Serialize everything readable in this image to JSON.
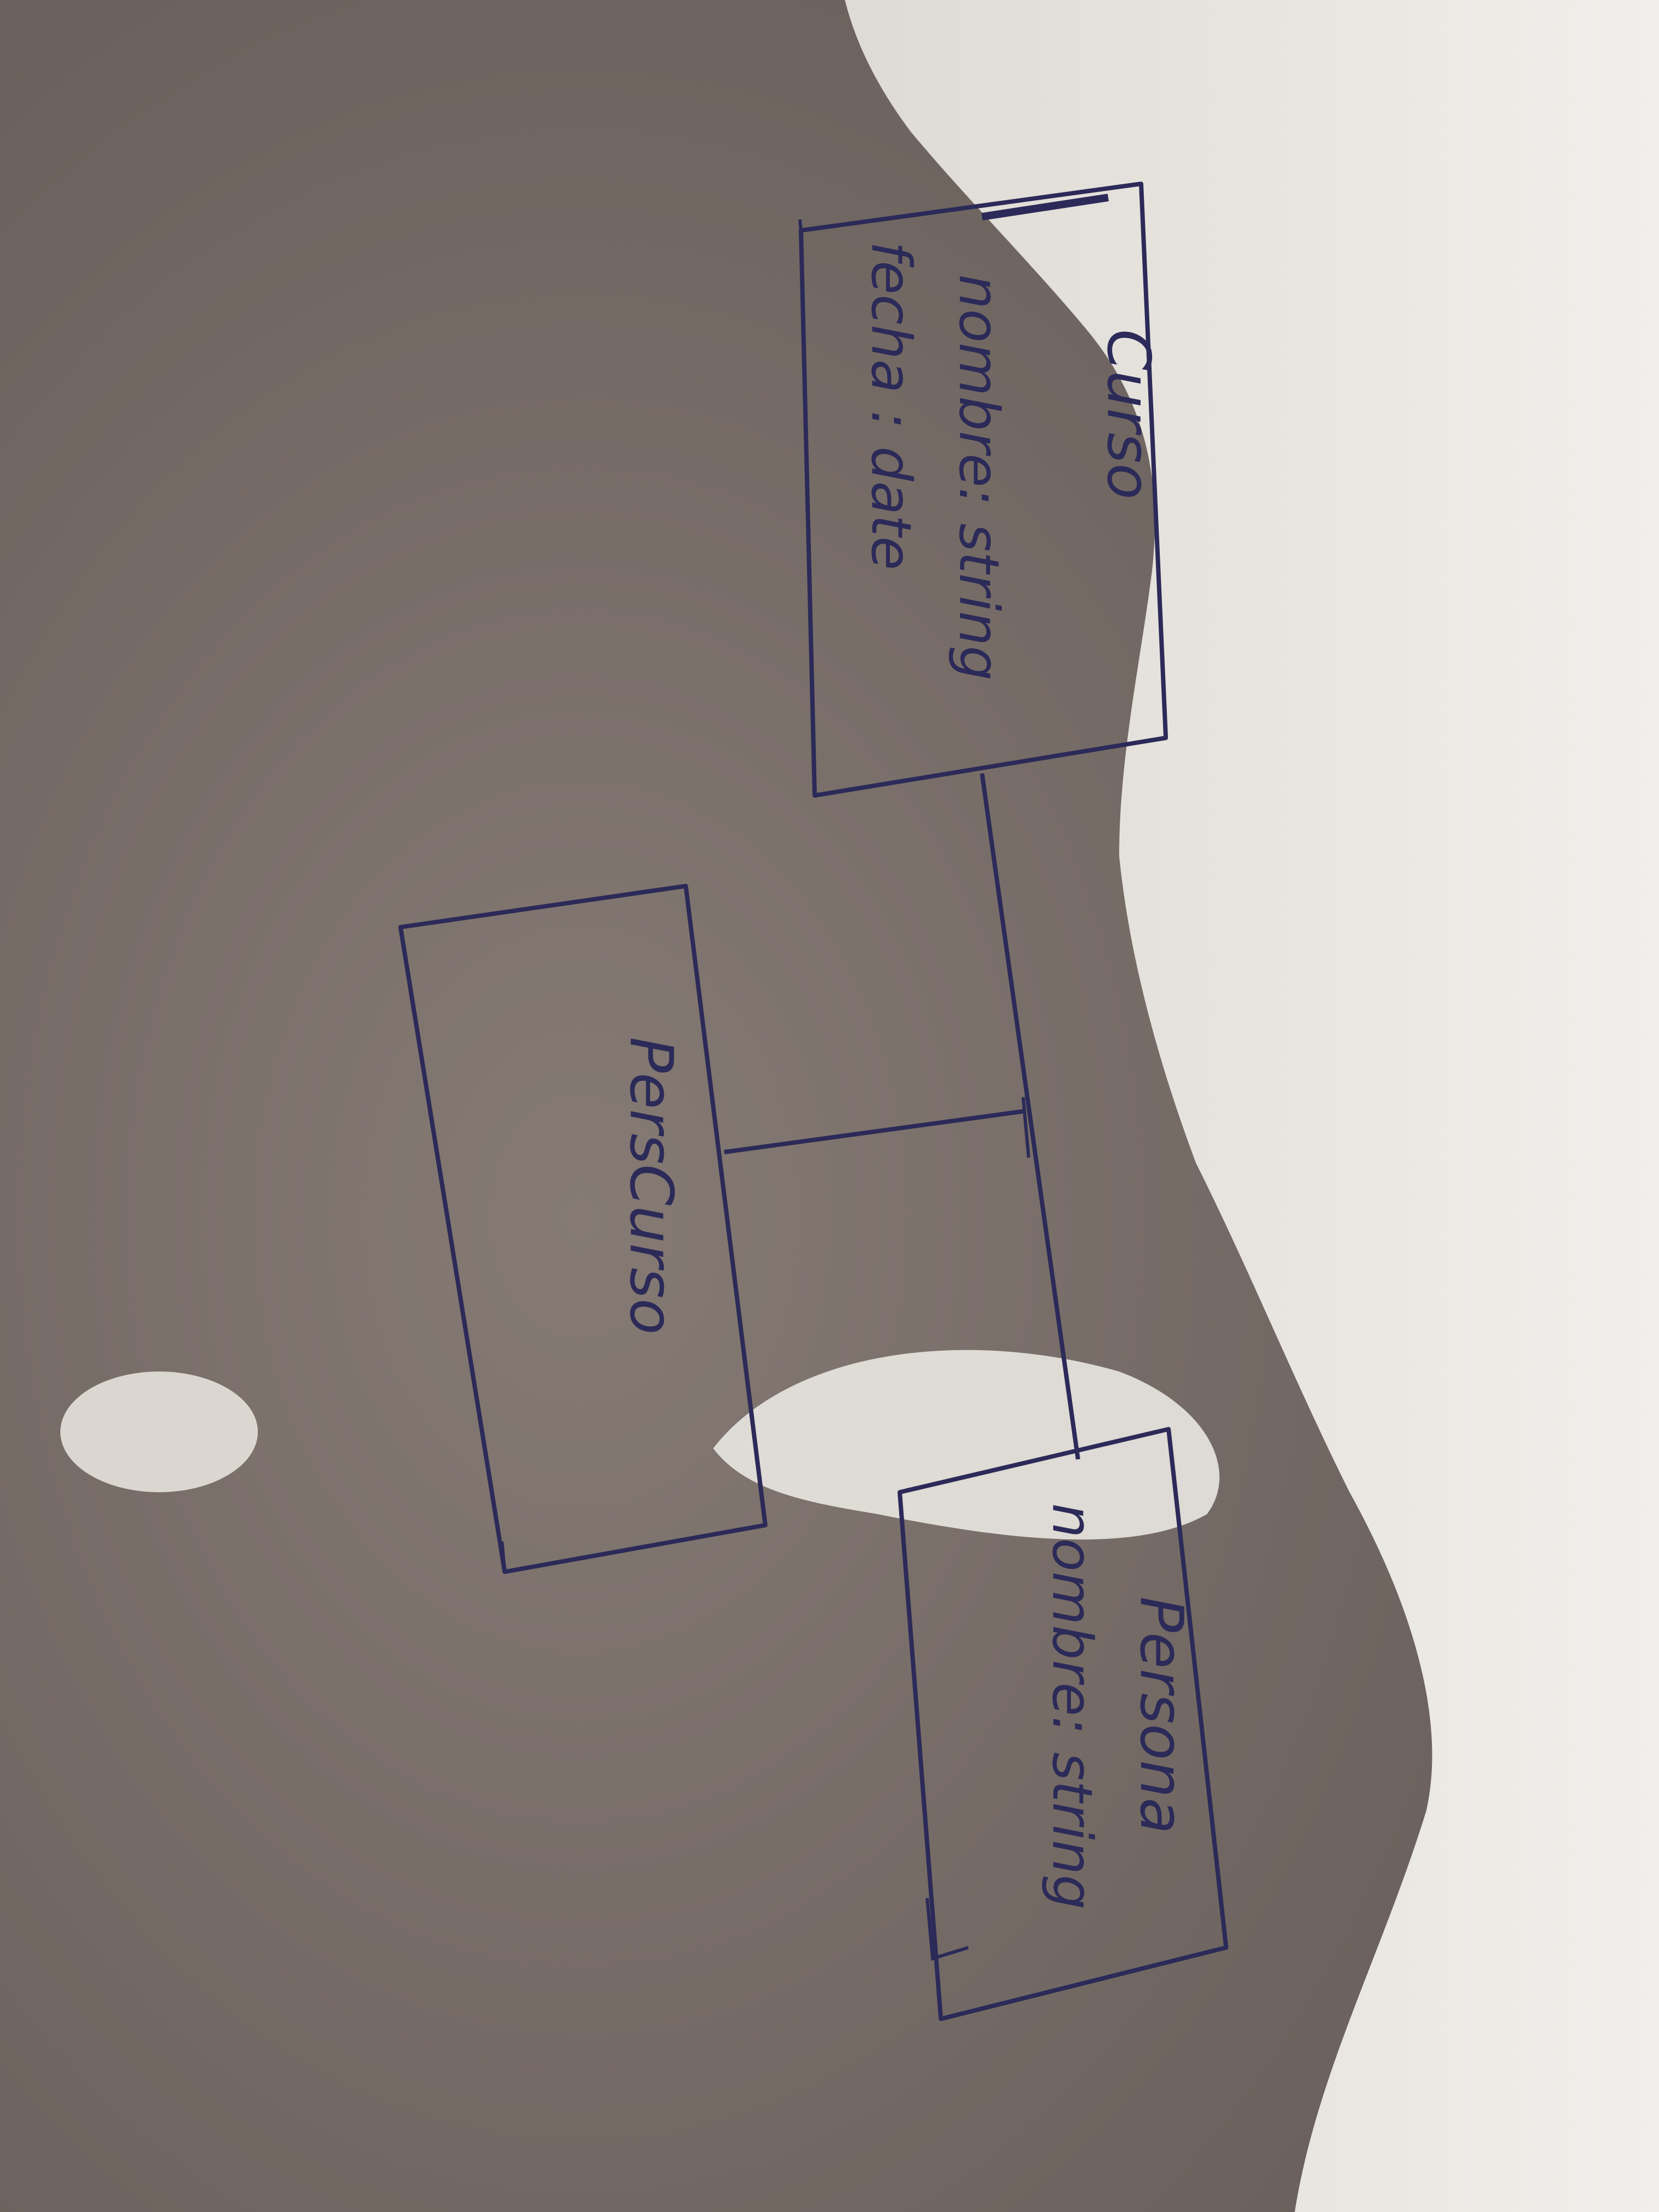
{
  "diagram": {
    "classes": [
      {
        "id": "curso",
        "name": "Curso",
        "attributes": [
          "nombre: string",
          "fecha : date"
        ]
      },
      {
        "id": "persona",
        "name": "Persona",
        "attributes": [
          "nombre: string"
        ]
      },
      {
        "id": "perscurso",
        "name": "PersCurso",
        "attributes": []
      }
    ],
    "associations": [
      {
        "from": "curso",
        "to": "persona"
      },
      {
        "from": "perscurso",
        "to": "curso-persona-link"
      }
    ]
  },
  "colors": {
    "ink": "#2b2a58",
    "paper_lit": "#ebe9e4",
    "paper_shadow": "#7c726d"
  }
}
